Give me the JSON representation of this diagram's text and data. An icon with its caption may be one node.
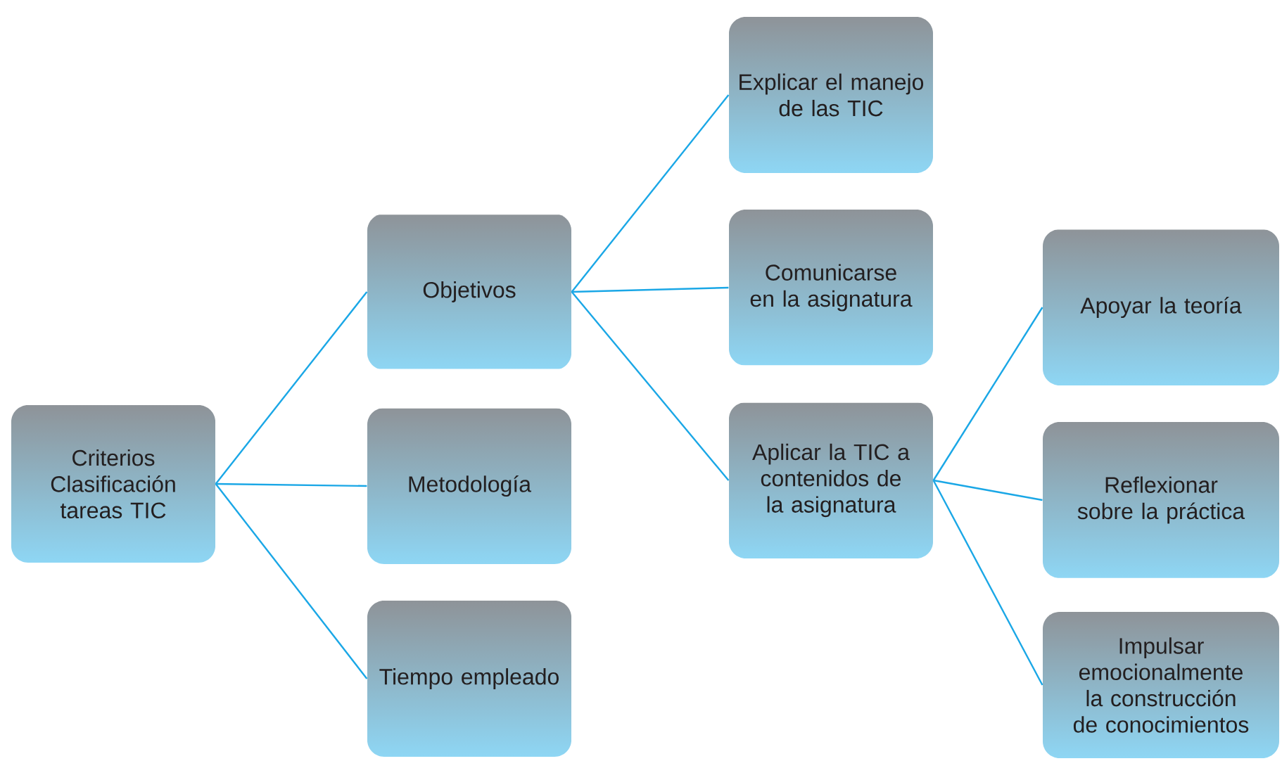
{
  "diagram": {
    "nodes": [
      {
        "text": [
          "Criterios Clasificación tareas TIC"
        ]
      },
      {
        "text": [
          "Objetivos"
        ]
      },
      {
        "text": [
          "Metodología"
        ]
      },
      {
        "text": [
          "Tiempo empleado"
        ]
      },
      {
        "text": [
          "Explicar el manejo de las TIC"
        ]
      },
      {
        "text": [
          "Comunicarse en la asignatura"
        ]
      },
      {
        "text": [
          "Aplicar la TIC a contenidos de la asignatura"
        ]
      },
      {
        "text": [
          "Apoyar la teoría"
        ]
      },
      {
        "text": [
          "Reflexionar sobre la práctica"
        ]
      },
      {
        "text": [
          "Impulsar emocionalmente la construcción de conocimientos"
        ]
      }
    ],
    "edges": [
      {
        "from": 0,
        "to": 1,
        "arrow": "none"
      },
      {
        "from": 0,
        "to": 2,
        "arrow": "none"
      },
      {
        "from": 0,
        "to": 3,
        "arrow": "none"
      },
      {
        "from": 1,
        "to": 4,
        "arrow": "none"
      },
      {
        "from": 1,
        "to": 5,
        "arrow": "none"
      },
      {
        "from": 1,
        "to": 6,
        "arrow": "none"
      },
      {
        "from": 6,
        "to": 7,
        "arrow": "none"
      },
      {
        "from": 6,
        "to": 8,
        "arrow": "none"
      },
      {
        "from": 6,
        "to": 9,
        "arrow": "none"
      }
    ]
  }
}
